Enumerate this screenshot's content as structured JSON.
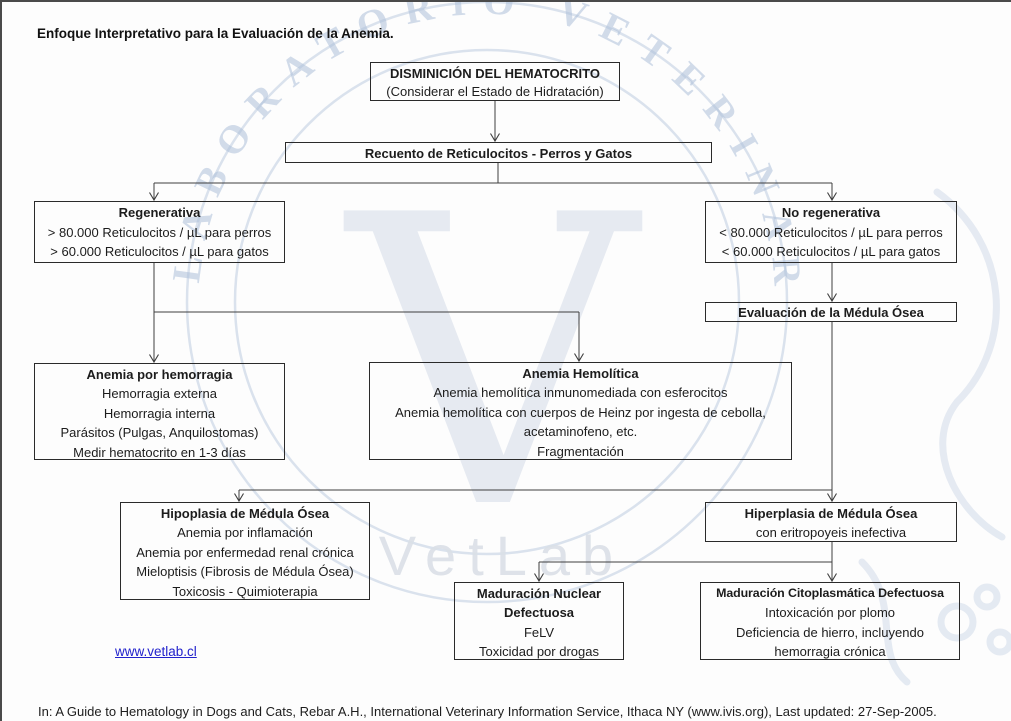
{
  "page": {
    "title": "Enfoque Interpretativo para la Evaluación de la Anemia.",
    "link": "www.vetlab.cl",
    "citation": "In: A Guide to Hematology in Dogs and Cats, Rebar A.H., International Veterinary Information Service, Ithaca NY (www.ivis.org), Last updated: 27-Sep-2005."
  },
  "nodes": {
    "hematocrito": {
      "title": "DISMINICIÓN DEL HEMATOCRITO",
      "line1": "(Considerar el Estado de Hidratación)"
    },
    "recuento": {
      "title": "Recuento de Reticulocitos - Perros y Gatos"
    },
    "regenerativa": {
      "title": "Regenerativa",
      "line1": "> 80.000 Reticulocitos / µL para perros",
      "line2": "> 60.000 Reticulocitos / µL para gatos"
    },
    "no_regenerativa": {
      "title": "No regenerativa",
      "line1": "< 80.000 Reticulocitos / µL para perros",
      "line2": "< 60.000 Reticulocitos / µL para gatos"
    },
    "evaluacion": {
      "title": "Evaluación de la Médula Ósea"
    },
    "hemorragia": {
      "title": "Anemia por hemorragia",
      "line1": "Hemorragia externa",
      "line2": "Hemorragia interna",
      "line3": "Parásitos (Pulgas, Anquilostomas)",
      "line4": "Medir hematocrito en 1-3 días"
    },
    "hemolitica": {
      "title": "Anemia Hemolítica",
      "line1": "Anemia hemolítica inmunomediada con esferocitos",
      "line2": "Anemia hemolítica con cuerpos de Heinz por ingesta de cebolla,",
      "line3": "acetaminofeno, etc.",
      "line4": "Fragmentación"
    },
    "hipoplasia": {
      "title": "Hipoplasia de Médula Ósea",
      "line1": "Anemia por inflamación",
      "line2": "Anemia por enfermedad renal crónica",
      "line3": "Mieloptisis (Fibrosis de Médula Ósea)",
      "line4": "Toxicosis - Quimioterapia"
    },
    "hiperplasia": {
      "title": "Hiperplasia de Médula Ósea",
      "line1": "con eritropoyeis inefectiva"
    },
    "mad_nuclear": {
      "title": "Maduración Nuclear",
      "title2": "Defectuosa",
      "line1": "FeLV",
      "line2": "Toxicidad por drogas"
    },
    "mad_cito": {
      "title": "Maduración Citoplasmática Defectuosa",
      "line1": "Intoxicación por plomo",
      "line2": "Deficiencia de hierro, incluyendo",
      "line3": "hemorragia crónica"
    }
  },
  "watermark": {
    "letter": "V",
    "wordmark": "VetLab",
    "ring_text": "LABORATORIO VETERINARIO ESPECIALIZADO"
  },
  "colors": {
    "link": "#2222cc",
    "box_border": "#2a2a2a",
    "connector": "#3f3f3f",
    "watermark_blue": "#b7c7de",
    "watermark_gray": "#e2e7ef"
  }
}
